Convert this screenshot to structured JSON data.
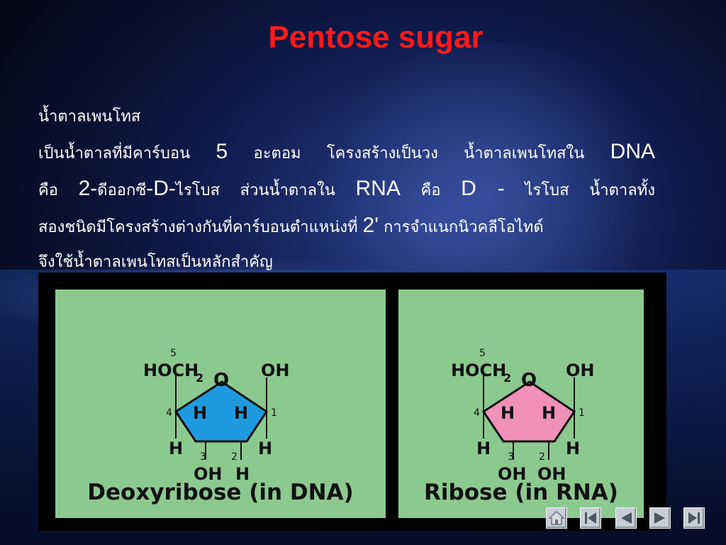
{
  "title": "Pentose sugar",
  "paragraph": {
    "heading": "น้ำตาลเพนโทส",
    "line1": [
      "เป็นน้ำตาลที่มีคาร์บอน ",
      "5",
      " อะตอม โครงสร้างเป็นวง น้ำตาลเพนโทสใน ",
      "DNA"
    ],
    "line2": [
      "คือ ",
      "2-",
      "ดีออกซี",
      "-D-",
      "ไรโบส ส่วนน้ำตาลใน ",
      "RNA",
      " คือ ",
      "D -",
      " ไรโบส น้ำตาลทั้ง"
    ],
    "line3": [
      "สองชนิดมีโครงสร้างต่างกันที่คาร์บอนตำแหน่งที่ ",
      "2'",
      " การจำแนกนิวคลีโอไทด์"
    ],
    "line4": "จึงใช้น้ำตาลเพนโทสเป็นหลักสำคัญ"
  },
  "figure": {
    "left": {
      "caption": "Deoxyribose (in DNA)",
      "ring_color": "#1e9be0",
      "labels": {
        "c5": "5",
        "hoch": "HOCH",
        "sub2": "2",
        "o": "O",
        "oh_right": "OH",
        "n4": "4",
        "n1": "1",
        "h_in_left": "H",
        "h_in_right": "H",
        "h_out_left": "H",
        "h_out_right": "H",
        "n3": "3",
        "n2": "2",
        "bottom_left": "OH",
        "bottom_right": "H"
      }
    },
    "right": {
      "caption": "Ribose (in RNA)",
      "ring_color": "#f291b8",
      "labels": {
        "c5": "5",
        "hoch": "HOCH",
        "sub2": "2",
        "o": "O",
        "oh_right": "OH",
        "n4": "4",
        "n1": "1",
        "h_in_left": "H",
        "h_in_right": "H",
        "h_out_left": "H",
        "h_out_right": "H",
        "n3": "3",
        "n2": "2",
        "bottom_left": "OH",
        "bottom_right": "OH"
      }
    }
  },
  "nav": {
    "icons": [
      "home-icon",
      "first-slide-icon",
      "previous-slide-icon",
      "next-slide-icon",
      "last-slide-icon"
    ]
  }
}
